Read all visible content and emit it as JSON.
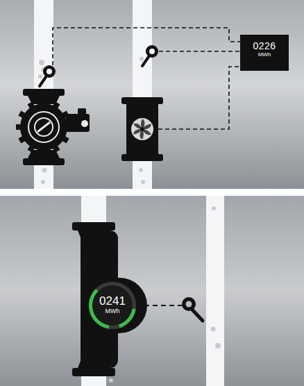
{
  "diagram": {
    "nodes": [
      {
        "text": [
          "0226",
          "MWh"
        ]
      },
      {
        "text": [
          "0241",
          "MWh"
        ]
      }
    ]
  }
}
